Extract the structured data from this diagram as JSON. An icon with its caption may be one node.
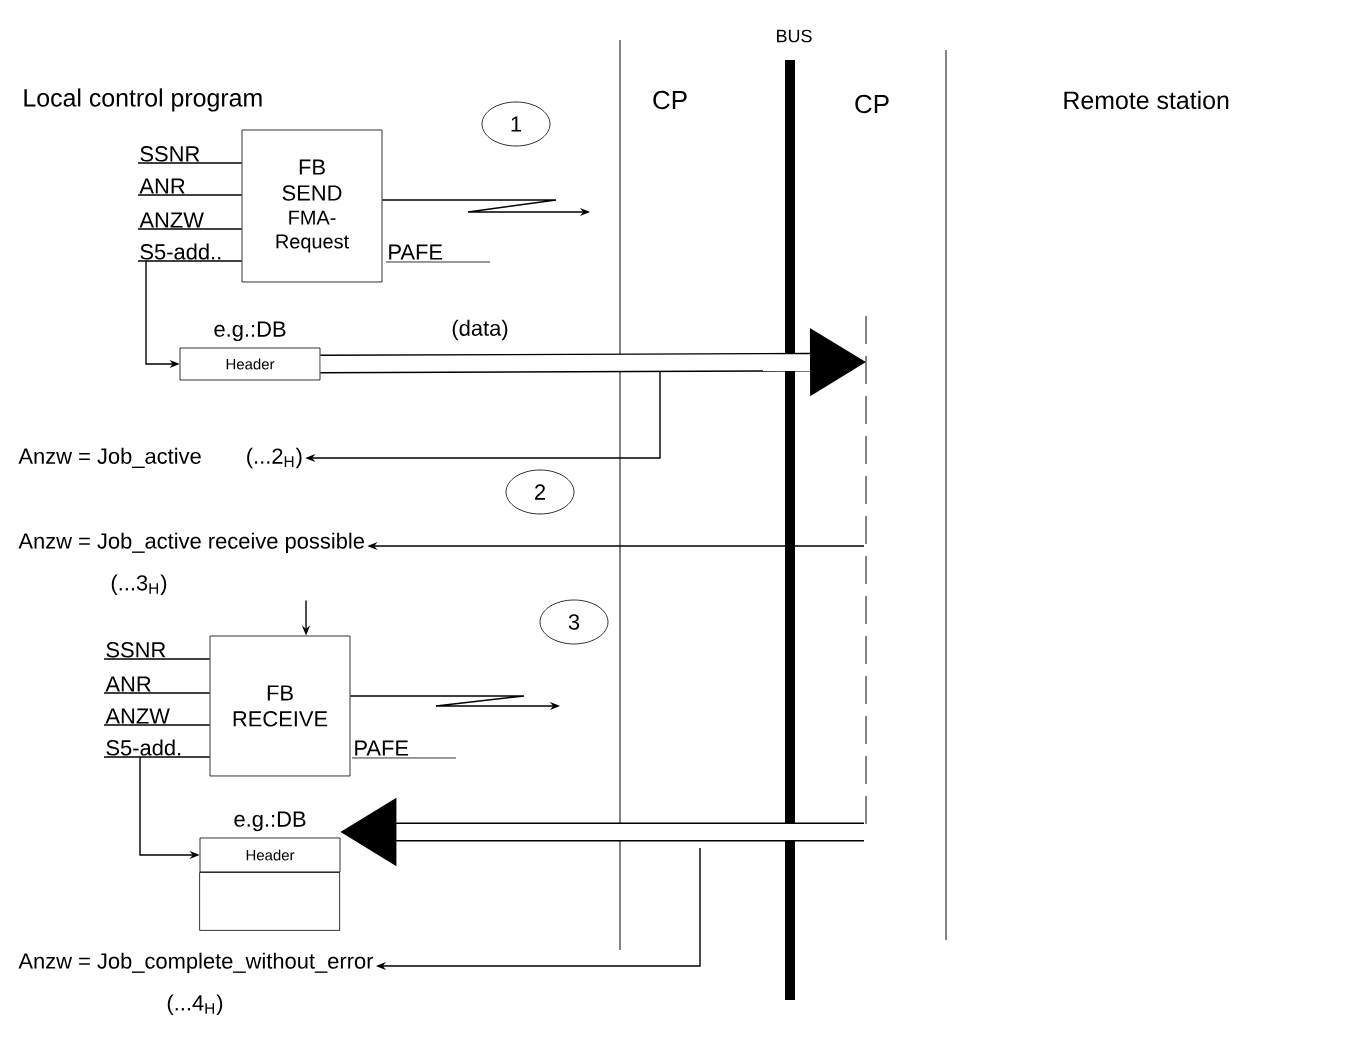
{
  "diagram": {
    "nodes": [
      {
        "text": [
          "FB SEND",
          "FMA-Request"
        ]
      },
      {
        "text": [
          "Header"
        ],
        "beside": [
          "e.g.:DB"
        ]
      },
      {
        "text": [
          "Anzw = Job_active",
          "(...2$_{H}$)"
        ]
      },
      {
        "text": [
          "Anzw = Job_active receive possible",
          "(...3$_{H}$)"
        ]
      },
      {
        "text": [
          "FB RECEIVE"
        ]
      },
      {
        "text": [
          "Header"
        ],
        "beside": [
          "e.g.:DB"
        ]
      },
      {
        "text": [
          "Anzw = Job_complete_without_error",
          "(...4$_{H}$)"
        ]
      },
      {
        "text": [
          "S5-add.."
        ]
      },
      {
        "text": [
          "S5-add."
        ]
      },
      {
        "text": [
          "SSNR"
        ]
      },
      {
        "text": [
          "ANR"
        ]
      },
      {
        "text": [
          "ANZW"
        ]
      },
      {
        "text": [
          "SSNR"
        ]
      },
      {
        "text": [
          "ANR"
        ]
      },
      {
        "text": [
          "ANZW"
        ]
      }
    ],
    "edges": [
      {
        "from": 7,
        "to": 1,
        "arrow": "to"
      },
      {
        "from": 1,
        "to": null,
        "arrow": "to",
        "label": "(data)",
        "style": "thick"
      },
      {
        "from": null,
        "to": 2,
        "arrow": "to"
      },
      {
        "from": null,
        "to": 3,
        "arrow": "to"
      },
      {
        "from": 3,
        "to": 4,
        "arrow": "to"
      },
      {
        "from": null,
        "to": 5,
        "arrow": "to",
        "style": "thick"
      },
      {
        "from": null,
        "to": 6,
        "arrow": "to"
      },
      {
        "from": 8,
        "to": 5,
        "arrow": "to"
      },
      {
        "from": 0,
        "to": null,
        "arrow": "to"
      },
      {
        "from": 4,
        "to": null,
        "arrow": "to"
      },
      {
        "from": 9,
        "to": 0,
        "arrow": "none"
      },
      {
        "from": 10,
        "to": 0,
        "arrow": "none"
      },
      {
        "from": 11,
        "to": 0,
        "arrow": "none"
      },
      {
        "from": 7,
        "to": 0,
        "arrow": "none"
      },
      {
        "from": 12,
        "to": 4,
        "arrow": "none"
      },
      {
        "from": 13,
        "to": 4,
        "arrow": "none"
      },
      {
        "from": 14,
        "to": 4,
        "arrow": "none"
      },
      {
        "from": 8,
        "to": 4,
        "arrow": "none"
      }
    ],
    "labels": [
      "Local control program",
      "CP",
      "BUS",
      "CP",
      "Remote station",
      "1",
      "PAFE",
      "2",
      "3",
      "PAFE"
    ]
  }
}
